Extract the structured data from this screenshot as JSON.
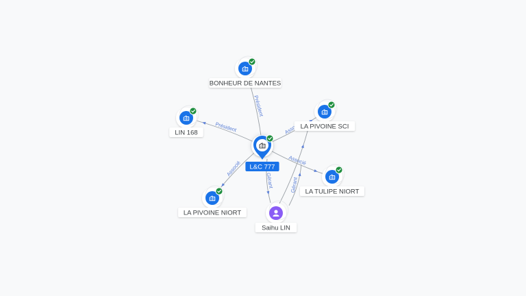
{
  "colors": {
    "company": "#1a73e8",
    "center": "#1a73e8",
    "person": "#8a5cf5",
    "check": "#1e8e3e",
    "edge": "#9aa0a6",
    "edge_label": "#5b7fd6",
    "label_bg": "#ffffff",
    "center_label_bg": "#1a73e8"
  },
  "graph": {
    "center": {
      "label": "L&C 777",
      "icon": "building-icon",
      "verified": true
    },
    "nodes": [
      {
        "id": "bonheur",
        "label": "BONHEUR DE NANTES",
        "type": "company",
        "icon": "building-icon",
        "verified": true
      },
      {
        "id": "lin168",
        "label": "LIN 168",
        "type": "company",
        "icon": "building-icon",
        "verified": true
      },
      {
        "id": "pivoine-sci",
        "label": "LA PIVOINE SCI",
        "type": "company",
        "icon": "building-icon",
        "verified": true
      },
      {
        "id": "tulipe",
        "label": "LA TULIPE NIORT",
        "type": "company",
        "icon": "building-icon",
        "verified": true
      },
      {
        "id": "pivoine-niort",
        "label": "LA PIVOINE NIORT",
        "type": "company",
        "icon": "building-icon",
        "verified": true
      },
      {
        "id": "saihu",
        "label": "Saihu LIN",
        "type": "person",
        "icon": "person-icon",
        "verified": false
      }
    ],
    "edges": [
      {
        "from": "center",
        "to": "bonheur",
        "label": "Président"
      },
      {
        "from": "center",
        "to": "lin168",
        "label": "Président"
      },
      {
        "from": "center",
        "to": "pivoine-sci",
        "label": "Associé"
      },
      {
        "from": "center",
        "to": "tulipe",
        "label": "Associé"
      },
      {
        "from": "center",
        "to": "pivoine-niort",
        "label": "Associé"
      },
      {
        "from": "center",
        "to": "saihu",
        "label": "Gérant"
      },
      {
        "from": "saihu",
        "to": "pivoine-sci",
        "label": ""
      },
      {
        "from": "saihu",
        "to": "tulipe",
        "label": "Gérant"
      }
    ]
  }
}
